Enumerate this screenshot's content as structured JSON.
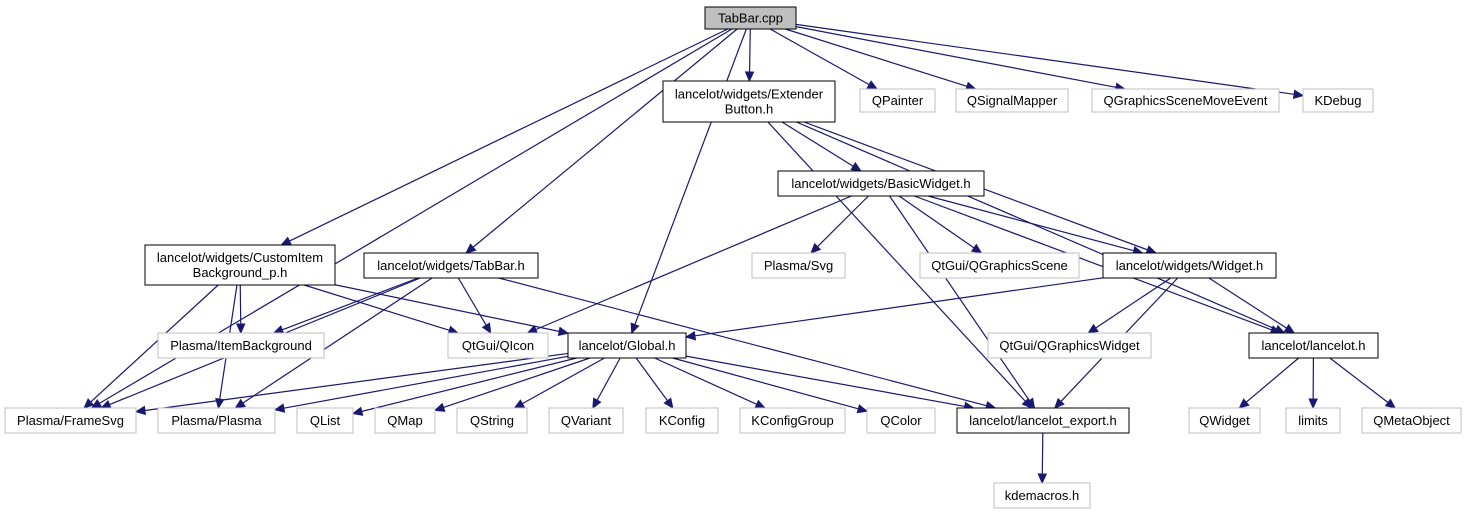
{
  "colors": {
    "edge": "#191970",
    "node_border_documented": "#000000",
    "node_border_undocumented": "#bfbfbf",
    "root_fill": "#bfbfbf",
    "node_fill": "#ffffff",
    "text": "#000000"
  },
  "graph": {
    "nodes": [
      {
        "id": "tabbar_cpp",
        "lines": [
          "TabBar.cpp"
        ],
        "kind": "root"
      },
      {
        "id": "extender_button_h",
        "lines": [
          "lancelot/widgets/Extender",
          "Button.h"
        ],
        "kind": "documented"
      },
      {
        "id": "qpainter",
        "lines": [
          "QPainter"
        ],
        "kind": "external"
      },
      {
        "id": "qsignalmapper",
        "lines": [
          "QSignalMapper"
        ],
        "kind": "external"
      },
      {
        "id": "qgraphicsscenemoveevent",
        "lines": [
          "QGraphicsSceneMoveEvent"
        ],
        "kind": "external"
      },
      {
        "id": "kdebug",
        "lines": [
          "KDebug"
        ],
        "kind": "external"
      },
      {
        "id": "basicwidget_h",
        "lines": [
          "lancelot/widgets/BasicWidget.h"
        ],
        "kind": "documented"
      },
      {
        "id": "customitembg_h",
        "lines": [
          "lancelot/widgets/CustomItem",
          "Background_p.h"
        ],
        "kind": "documented"
      },
      {
        "id": "tabbar_h",
        "lines": [
          "lancelot/widgets/TabBar.h"
        ],
        "kind": "documented"
      },
      {
        "id": "plasma_svg",
        "lines": [
          "Plasma/Svg"
        ],
        "kind": "external"
      },
      {
        "id": "qgraphicsscene",
        "lines": [
          "QtGui/QGraphicsScene"
        ],
        "kind": "external"
      },
      {
        "id": "widget_h",
        "lines": [
          "lancelot/widgets/Widget.h"
        ],
        "kind": "documented"
      },
      {
        "id": "plasma_itembg",
        "lines": [
          "Plasma/ItemBackground"
        ],
        "kind": "external"
      },
      {
        "id": "qicon",
        "lines": [
          "QtGui/QIcon"
        ],
        "kind": "external"
      },
      {
        "id": "global_h",
        "lines": [
          "lancelot/Global.h"
        ],
        "kind": "documented"
      },
      {
        "id": "qgraphicswidget",
        "lines": [
          "QtGui/QGraphicsWidget"
        ],
        "kind": "external"
      },
      {
        "id": "lancelot_h",
        "lines": [
          "lancelot/lancelot.h"
        ],
        "kind": "documented"
      },
      {
        "id": "plasma_framesvg",
        "lines": [
          "Plasma/FrameSvg"
        ],
        "kind": "external"
      },
      {
        "id": "plasma_plasma",
        "lines": [
          "Plasma/Plasma"
        ],
        "kind": "external"
      },
      {
        "id": "qlist",
        "lines": [
          "QList"
        ],
        "kind": "external"
      },
      {
        "id": "qmap",
        "lines": [
          "QMap"
        ],
        "kind": "external"
      },
      {
        "id": "qstring",
        "lines": [
          "QString"
        ],
        "kind": "external"
      },
      {
        "id": "qvariant",
        "lines": [
          "QVariant"
        ],
        "kind": "external"
      },
      {
        "id": "kconfig",
        "lines": [
          "KConfig"
        ],
        "kind": "external"
      },
      {
        "id": "kconfiggroup",
        "lines": [
          "KConfigGroup"
        ],
        "kind": "external"
      },
      {
        "id": "qcolor",
        "lines": [
          "QColor"
        ],
        "kind": "external"
      },
      {
        "id": "lancelot_export_h",
        "lines": [
          "lancelot/lancelot_export.h"
        ],
        "kind": "documented"
      },
      {
        "id": "qwidget",
        "lines": [
          "QWidget"
        ],
        "kind": "external"
      },
      {
        "id": "limits",
        "lines": [
          "limits"
        ],
        "kind": "external"
      },
      {
        "id": "qmetaobject",
        "lines": [
          "QMetaObject"
        ],
        "kind": "external"
      },
      {
        "id": "kdemacros_h",
        "lines": [
          "kdemacros.h"
        ],
        "kind": "external"
      }
    ],
    "edges": [
      {
        "from": "tabbar_cpp",
        "to": "plasma_framesvg"
      },
      {
        "from": "tabbar_cpp",
        "to": "customitembg_h"
      },
      {
        "from": "tabbar_cpp",
        "to": "tabbar_h"
      },
      {
        "from": "tabbar_cpp",
        "to": "global_h"
      },
      {
        "from": "tabbar_cpp",
        "to": "extender_button_h"
      },
      {
        "from": "tabbar_cpp",
        "to": "qpainter"
      },
      {
        "from": "tabbar_cpp",
        "to": "qsignalmapper"
      },
      {
        "from": "tabbar_cpp",
        "to": "qgraphicsscenemoveevent"
      },
      {
        "from": "tabbar_cpp",
        "to": "kdebug"
      },
      {
        "from": "extender_button_h",
        "to": "basicwidget_h"
      },
      {
        "from": "extender_button_h",
        "to": "widget_h"
      },
      {
        "from": "extender_button_h",
        "to": "lancelot_h"
      },
      {
        "from": "extender_button_h",
        "to": "lancelot_export_h"
      },
      {
        "from": "basicwidget_h",
        "to": "plasma_svg"
      },
      {
        "from": "basicwidget_h",
        "to": "qgraphicsscene"
      },
      {
        "from": "basicwidget_h",
        "to": "widget_h"
      },
      {
        "from": "basicwidget_h",
        "to": "qicon"
      },
      {
        "from": "basicwidget_h",
        "to": "lancelot_export_h"
      },
      {
        "from": "basicwidget_h",
        "to": "lancelot_h"
      },
      {
        "from": "widget_h",
        "to": "global_h"
      },
      {
        "from": "widget_h",
        "to": "qgraphicswidget"
      },
      {
        "from": "widget_h",
        "to": "lancelot_h"
      },
      {
        "from": "widget_h",
        "to": "lancelot_export_h"
      },
      {
        "from": "customitembg_h",
        "to": "plasma_itembg"
      },
      {
        "from": "customitembg_h",
        "to": "qicon"
      },
      {
        "from": "customitembg_h",
        "to": "global_h"
      },
      {
        "from": "customitembg_h",
        "to": "plasma_framesvg"
      },
      {
        "from": "customitembg_h",
        "to": "plasma_plasma"
      },
      {
        "from": "tabbar_h",
        "to": "plasma_itembg"
      },
      {
        "from": "tabbar_h",
        "to": "qicon"
      },
      {
        "from": "tabbar_h",
        "to": "plasma_framesvg"
      },
      {
        "from": "tabbar_h",
        "to": "plasma_plasma"
      },
      {
        "from": "tabbar_h",
        "to": "lancelot_export_h"
      },
      {
        "from": "global_h",
        "to": "plasma_framesvg"
      },
      {
        "from": "global_h",
        "to": "plasma_plasma"
      },
      {
        "from": "global_h",
        "to": "qlist"
      },
      {
        "from": "global_h",
        "to": "qmap"
      },
      {
        "from": "global_h",
        "to": "qstring"
      },
      {
        "from": "global_h",
        "to": "qvariant"
      },
      {
        "from": "global_h",
        "to": "kconfig"
      },
      {
        "from": "global_h",
        "to": "kconfiggroup"
      },
      {
        "from": "global_h",
        "to": "qcolor"
      },
      {
        "from": "global_h",
        "to": "lancelot_export_h"
      },
      {
        "from": "lancelot_h",
        "to": "qwidget"
      },
      {
        "from": "lancelot_h",
        "to": "limits"
      },
      {
        "from": "lancelot_h",
        "to": "qmetaobject"
      },
      {
        "from": "lancelot_export_h",
        "to": "kdemacros_h"
      }
    ]
  }
}
